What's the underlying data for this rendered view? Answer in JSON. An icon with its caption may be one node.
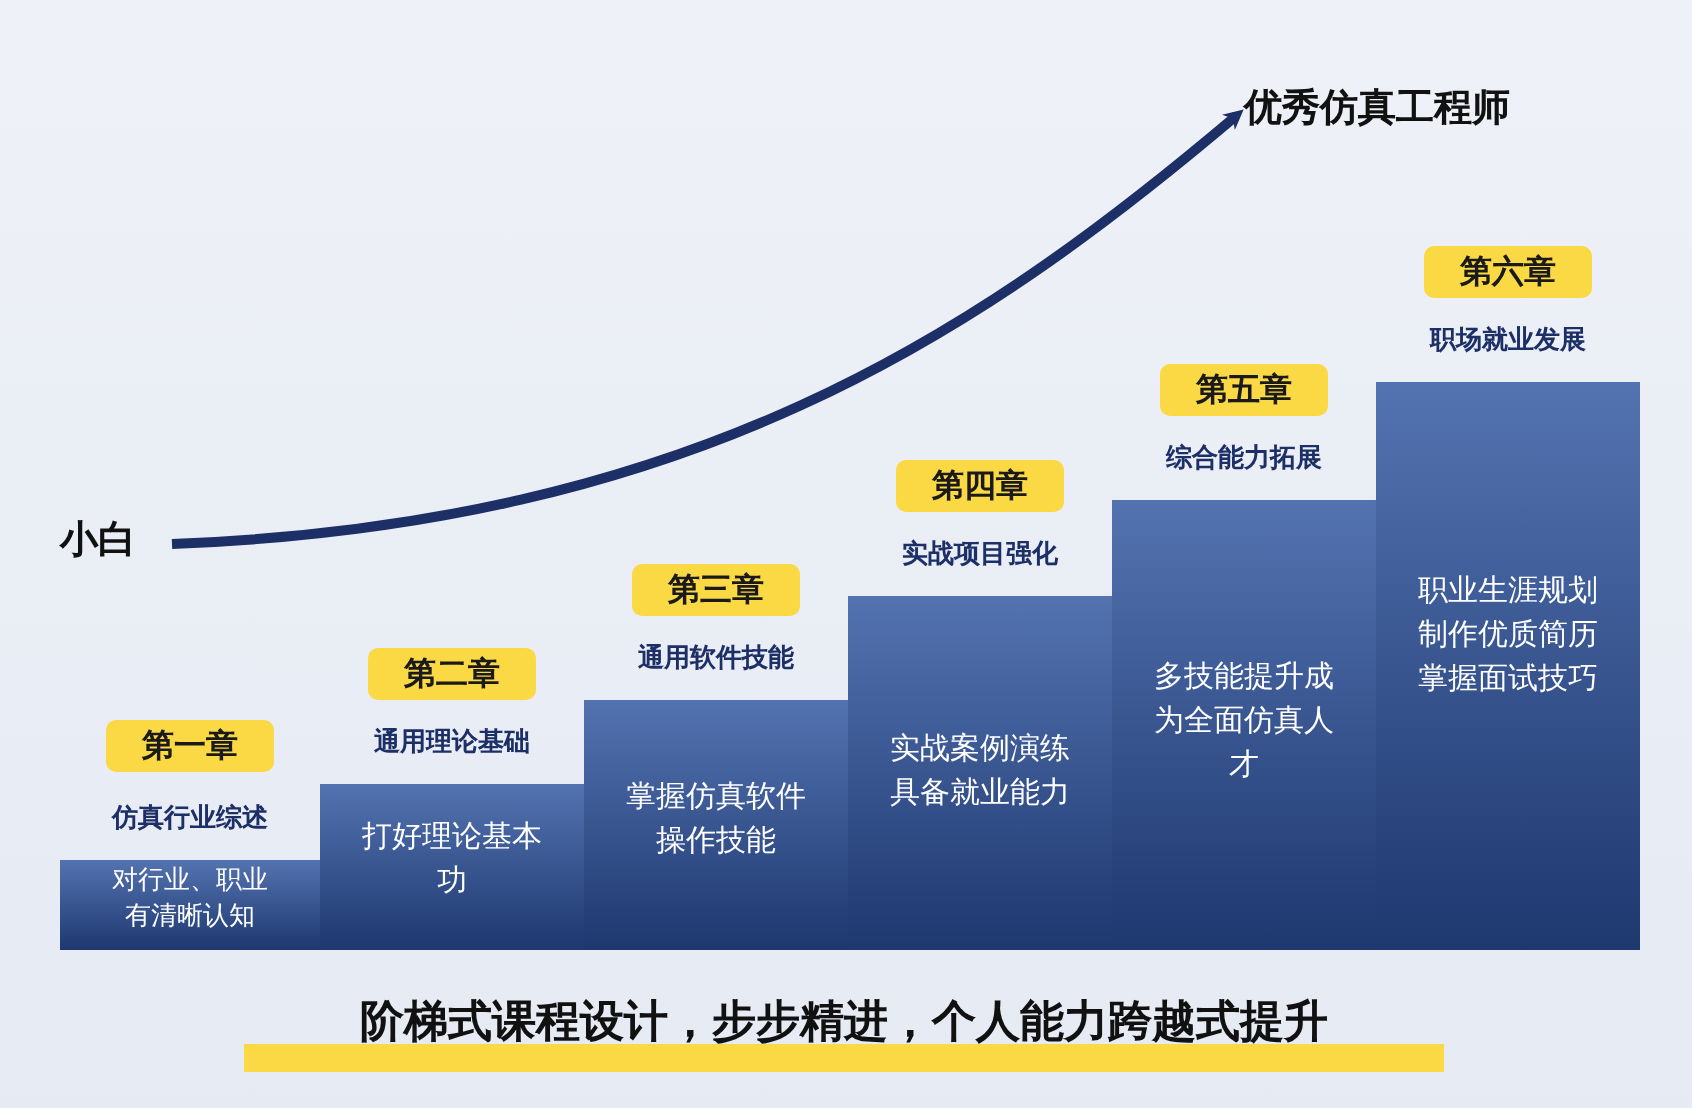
{
  "diagram": {
    "nodes": [
      {
        "text": [
          "小白"
        ]
      },
      {
        "text": [
          "优秀仿真工程师"
        ]
      },
      {
        "text": [
          "第一章"
        ]
      },
      {
        "text": [
          "仿真行业综述",
          "对行业、职业有清晰认知"
        ]
      },
      {
        "text": [
          "第二章"
        ]
      },
      {
        "text": [
          "通用理论基础",
          "打好理论基本功"
        ]
      },
      {
        "text": [
          "第三章"
        ]
      },
      {
        "text": [
          "通用软件技能",
          "掌握仿真软件操作技能"
        ]
      },
      {
        "text": [
          "第四章"
        ]
      },
      {
        "text": [
          "实战项目强化",
          "实战案例演练具备就业能力"
        ]
      },
      {
        "text": [
          "第五章"
        ]
      },
      {
        "text": [
          "综合能力拓展",
          "多技能提升成为全面仿真人才"
        ]
      },
      {
        "text": [
          "第六章"
        ]
      },
      {
        "text": [
          "职场就业发展",
          "职业生涯规划制作优质简历掌握面试技巧"
        ]
      }
    ],
    "edges": [
      {
        "from": 0,
        "to": 1,
        "arrow": "to"
      }
    ],
    "labels": [
      "阶梯式课程设计，步步精进，个人能力跨越式提升"
    ]
  }
}
